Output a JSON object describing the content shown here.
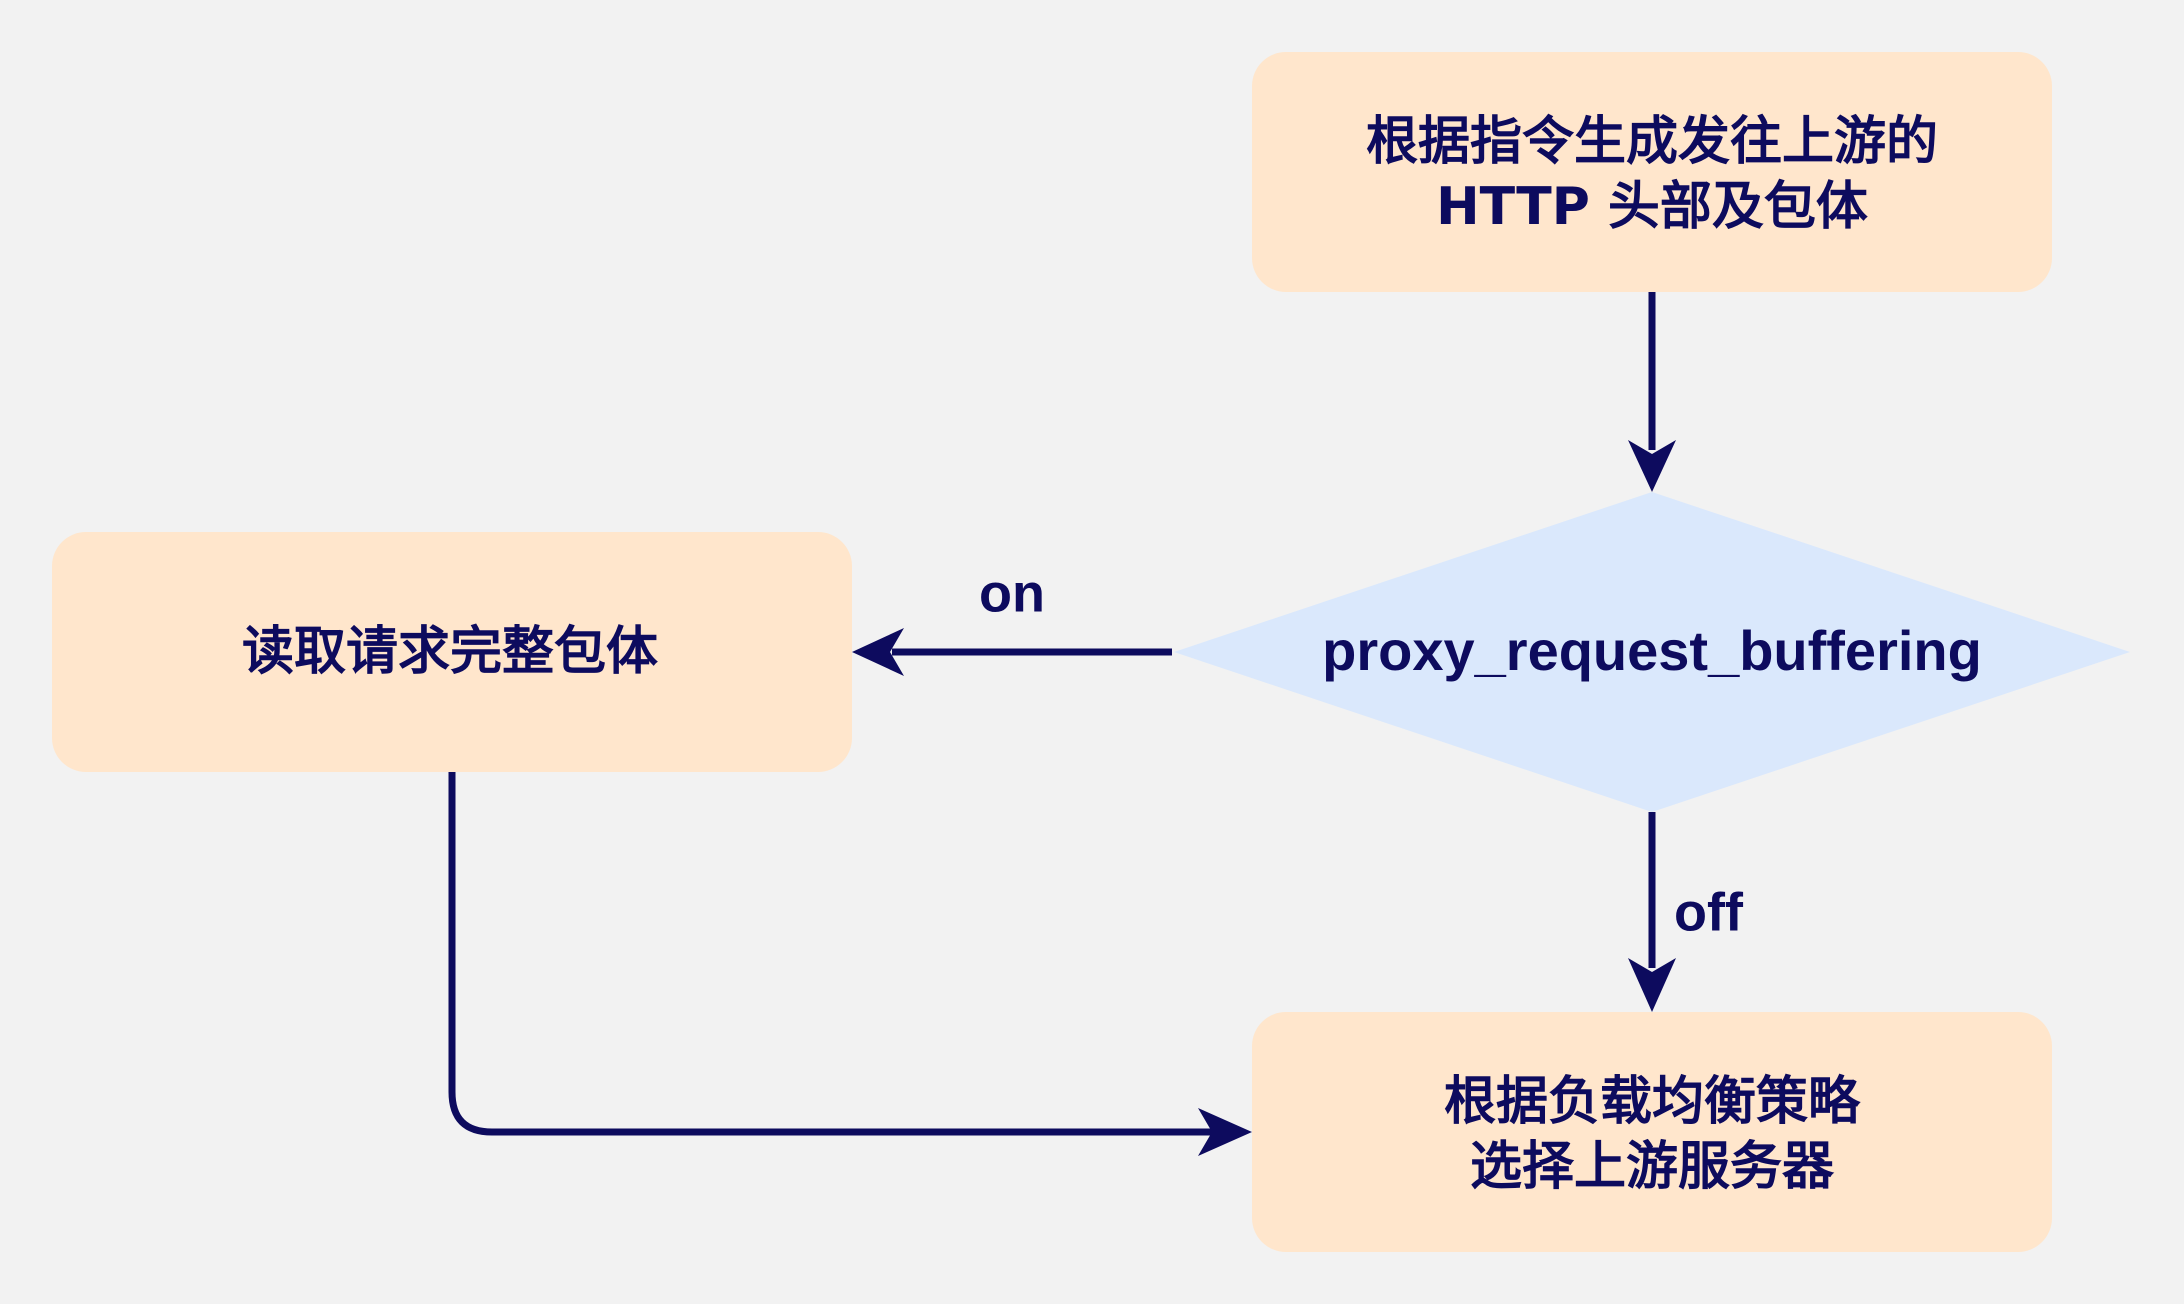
{
  "nodes": {
    "generate_headers": {
      "line1": "根据指令生成发往上游的",
      "line2": "HTTP 头部及包体"
    },
    "decision": {
      "label": "proxy_request_buffering"
    },
    "read_body": {
      "label": "读取请求完整包体"
    },
    "select_upstream": {
      "line1": "根据负载均衡策略",
      "line2": "选择上游服务器"
    }
  },
  "edges": {
    "on_label": "on",
    "off_label": "off"
  },
  "colors": {
    "background": "#f2f2f2",
    "process_fill": "#ffe6cc",
    "decision_fill": "#dae8fc",
    "ink": "#0d0b5e"
  }
}
